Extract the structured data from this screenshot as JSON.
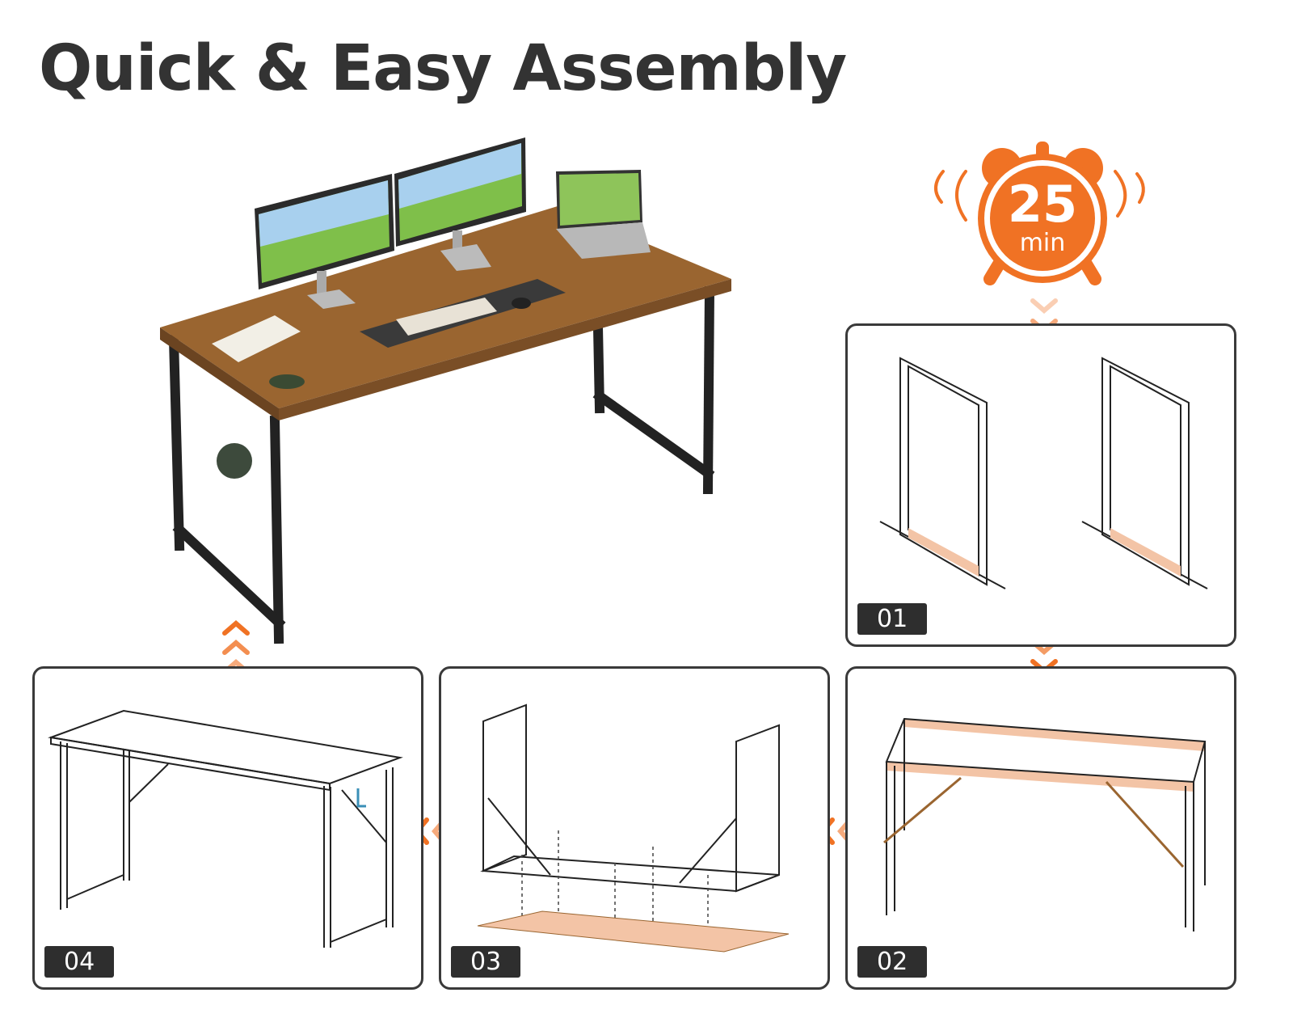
{
  "title": "Quick & Easy Assembly",
  "timer": {
    "value": "25",
    "unit": "min",
    "icon": "alarm-clock-icon"
  },
  "steps": [
    {
      "label": "01"
    },
    {
      "label": "02"
    },
    {
      "label": "03"
    },
    {
      "label": "04"
    }
  ],
  "colors": {
    "accent": "#F07224",
    "highlight": "#F3C4A6",
    "wood": "#9A6530",
    "frame": "#2a2a2a",
    "text": "#333333"
  }
}
